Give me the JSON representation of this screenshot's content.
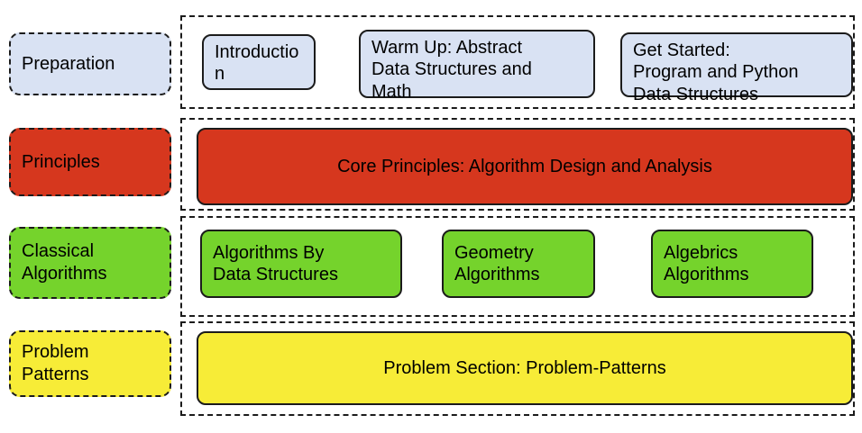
{
  "colors": {
    "preparation_fill": "#d9e2f3",
    "principles_fill": "#d6371e",
    "classical_fill": "#75d32c",
    "patterns_fill": "#f7ec37",
    "outline": "#1b1b1b",
    "background": "#ffffff"
  },
  "rows": [
    {
      "label": "Preparation",
      "items": [
        {
          "text": "Introduction"
        },
        {
          "text": "Warm Up: Abstract\nData Structures and\nMath"
        },
        {
          "text": "Get Started:\nProgram and Python\nData Structures"
        }
      ]
    },
    {
      "label": "Principles",
      "items": [
        {
          "text": "Core Principles: Algorithm Design and Analysis"
        }
      ]
    },
    {
      "label": "Classical\nAlgorithms",
      "items": [
        {
          "text": "Algorithms By\nData Structures"
        },
        {
          "text": "Geometry\nAlgorithms"
        },
        {
          "text": "Algebrics\nAlgorithms"
        }
      ]
    },
    {
      "label": "Problem\nPatterns",
      "items": [
        {
          "text": "Problem Section: Problem-Patterns"
        }
      ]
    }
  ]
}
